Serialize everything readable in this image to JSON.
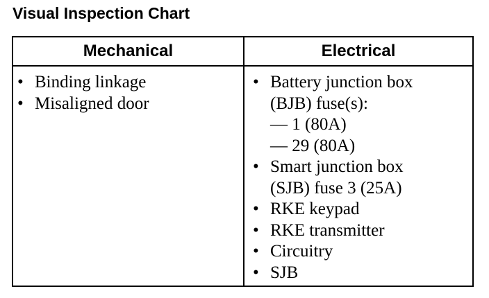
{
  "title": "Visual Inspection Chart",
  "headers": {
    "mechanical": "Mechanical",
    "electrical": "Electrical"
  },
  "bullet_char": "•",
  "mechanical_items": [
    "Binding linkage",
    "Misaligned door"
  ],
  "electrical_lines": [
    {
      "bullet": true,
      "text": "Battery junction box"
    },
    {
      "bullet": false,
      "text": "(BJB) fuse(s):"
    },
    {
      "bullet": false,
      "text": "— 1 (80A)"
    },
    {
      "bullet": false,
      "text": "— 29 (80A)"
    },
    {
      "bullet": true,
      "text": "Smart junction box"
    },
    {
      "bullet": false,
      "text": "(SJB) fuse 3 (25A)"
    },
    {
      "bullet": true,
      "text": "RKE keypad"
    },
    {
      "bullet": true,
      "text": "RKE transmitter"
    },
    {
      "bullet": true,
      "text": "Circuitry"
    },
    {
      "bullet": true,
      "text": "SJB"
    }
  ]
}
